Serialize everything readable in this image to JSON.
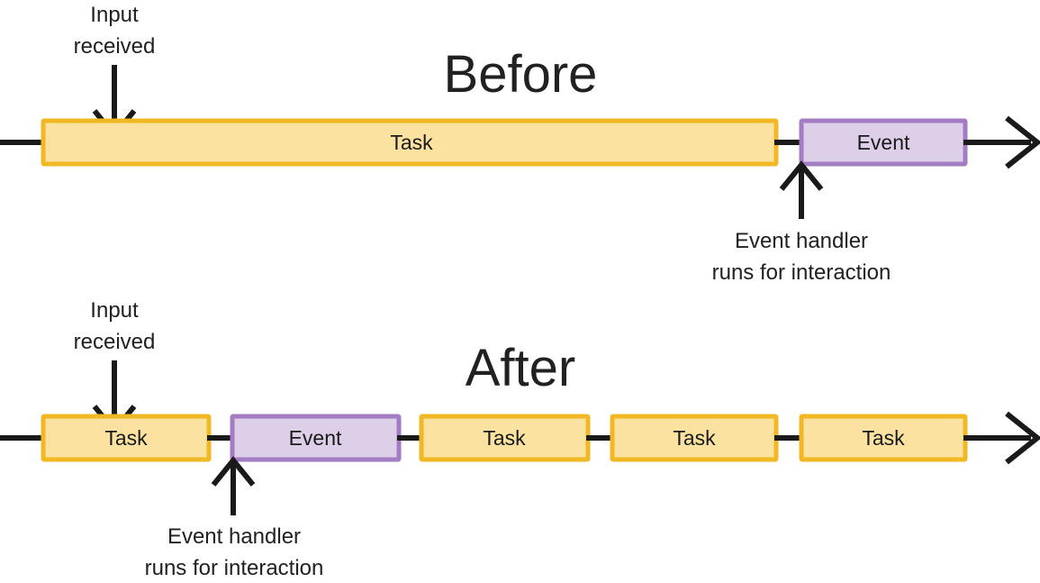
{
  "diagram": {
    "title_before": "Before",
    "title_after": "After",
    "colors": {
      "task_fill": "#fbe2a0",
      "task_border": "#f2b824",
      "event_fill": "#ddcfe8",
      "event_border": "#a47cc4",
      "line": "#1a1a1a",
      "text": "#212121",
      "background": "#ffffff"
    },
    "annotations": {
      "input_received_line1": "Input",
      "input_received_line2": "received",
      "event_handler_line1": "Event handler",
      "event_handler_line2": "runs for interaction"
    },
    "before": {
      "title": "Before",
      "blocks": [
        {
          "label": "Task",
          "type": "task"
        },
        {
          "label": "Event",
          "type": "event"
        }
      ],
      "input_annotation": {
        "line1": "Input",
        "line2": "received"
      },
      "event_annotation": {
        "line1": "Event handler",
        "line2": "runs for interaction"
      }
    },
    "after": {
      "title": "After",
      "blocks": [
        {
          "label": "Task",
          "type": "task"
        },
        {
          "label": "Event",
          "type": "event"
        },
        {
          "label": "Task",
          "type": "task"
        },
        {
          "label": "Task",
          "type": "task"
        },
        {
          "label": "Task",
          "type": "task"
        }
      ],
      "input_annotation": {
        "line1": "Input",
        "line2": "received"
      },
      "event_annotation": {
        "line1": "Event handler",
        "line2": "runs for interaction"
      }
    }
  }
}
